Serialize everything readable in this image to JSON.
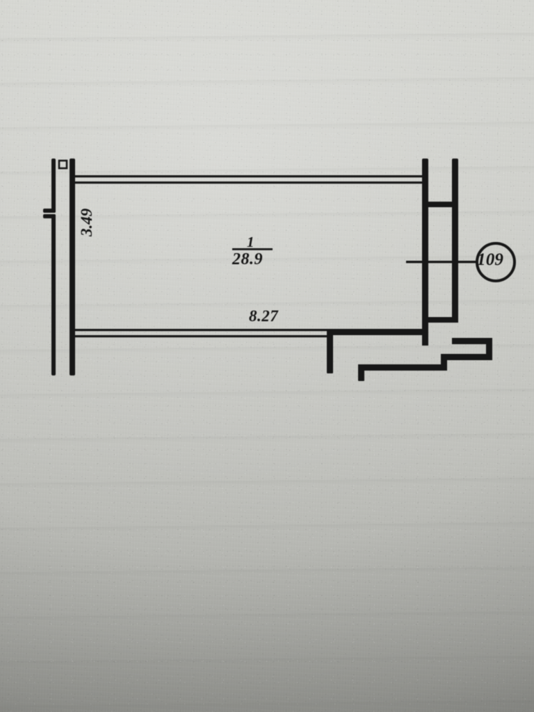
{
  "document": {
    "type": "architectural-floor-plan-scan",
    "medium": "photographed paper document",
    "paper_color": "#c9cac5",
    "ink_color": "#161616"
  },
  "plan": {
    "room_number": "109",
    "area_label": {
      "numerator": "1",
      "denominator": "28.9"
    },
    "dimensions": {
      "width": "8.27",
      "height": "3.49"
    }
  },
  "annotations": {
    "room_number_callout": "109",
    "area_numerator": "1",
    "area_denominator": "28.9",
    "width_dimension": "8.27",
    "height_dimension": "3.49"
  }
}
